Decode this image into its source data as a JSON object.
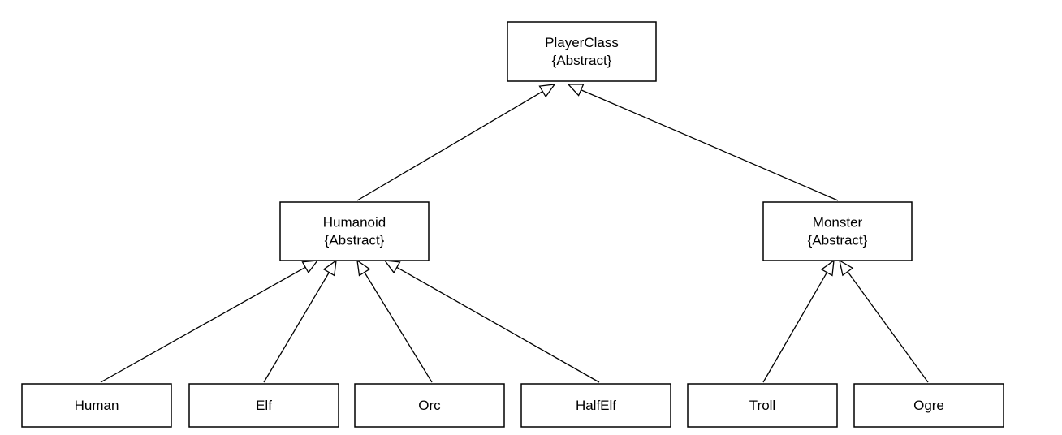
{
  "nodes": [
    {
      "id": "playerclass",
      "lines": [
        "PlayerClass",
        "{Abstract}"
      ]
    },
    {
      "id": "humanoid",
      "lines": [
        "Humanoid",
        "{Abstract}"
      ]
    },
    {
      "id": "monster",
      "lines": [
        "Monster",
        "{Abstract}"
      ]
    },
    {
      "id": "human",
      "lines": [
        "Human"
      ]
    },
    {
      "id": "elf",
      "lines": [
        "Elf"
      ]
    },
    {
      "id": "orc",
      "lines": [
        "Orc"
      ]
    },
    {
      "id": "halfelf",
      "lines": [
        "HalfElf"
      ]
    },
    {
      "id": "troll",
      "lines": [
        "Troll"
      ]
    },
    {
      "id": "ogre",
      "lines": [
        "Ogre"
      ]
    }
  ],
  "edges": [
    {
      "from": "humanoid",
      "to": "playerclass",
      "type": "generalization"
    },
    {
      "from": "monster",
      "to": "playerclass",
      "type": "generalization"
    },
    {
      "from": "human",
      "to": "humanoid",
      "type": "generalization"
    },
    {
      "from": "elf",
      "to": "humanoid",
      "type": "generalization"
    },
    {
      "from": "orc",
      "to": "humanoid",
      "type": "generalization"
    },
    {
      "from": "halfelf",
      "to": "humanoid",
      "type": "generalization"
    },
    {
      "from": "troll",
      "to": "monster",
      "type": "generalization"
    },
    {
      "from": "ogre",
      "to": "monster",
      "type": "generalization"
    }
  ]
}
